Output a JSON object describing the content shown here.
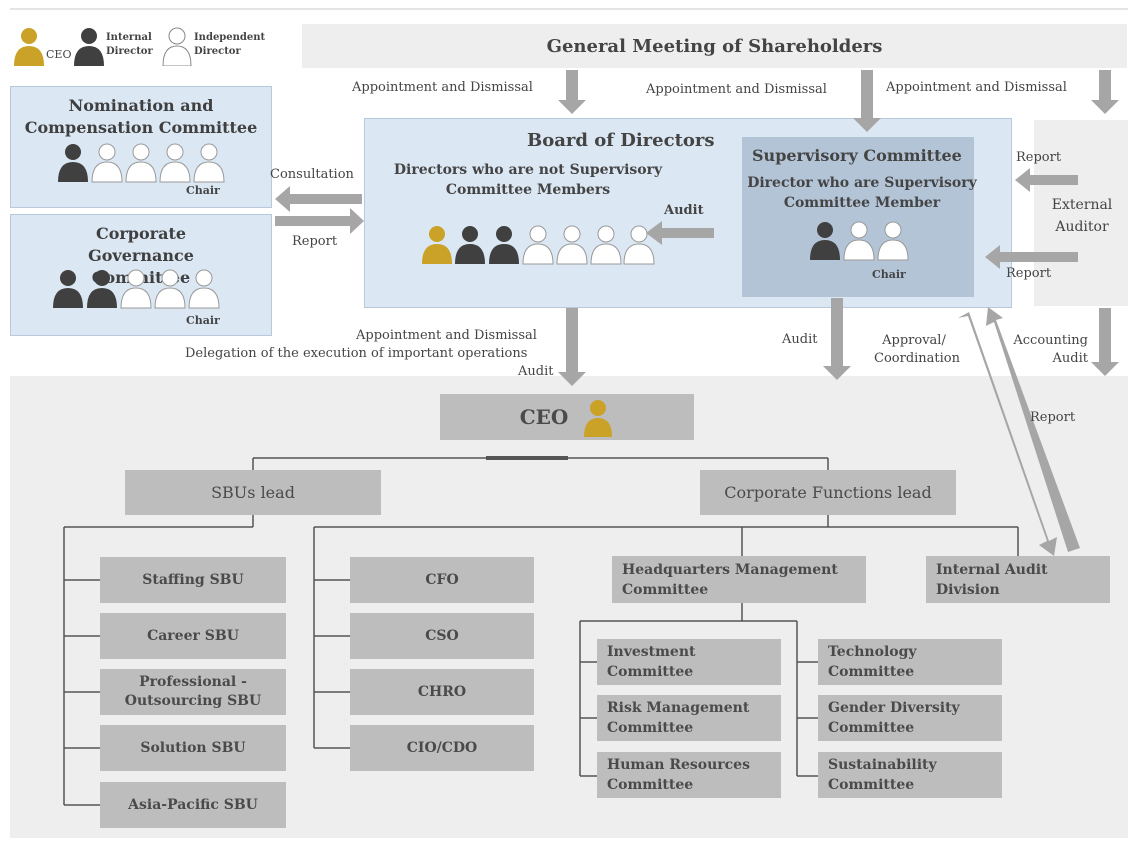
{
  "legend": {
    "ceo": "CEO",
    "internal": "Internal Director",
    "independent": "Independent Director"
  },
  "colors": {
    "ceo": "#c9a227",
    "internal": "#404040",
    "independent": "#ffffff",
    "panel": "#dbe7f3",
    "supervisory": "#b3c4d7",
    "grey_box": "#bdbdbd"
  },
  "top": {
    "general_meeting": "General Meeting of Shareholders"
  },
  "labels": {
    "appointment_dismissal": "Appointment and Dismissal",
    "consultation": "Consultation",
    "report": "Report",
    "audit": "Audit",
    "external_auditor": "External Auditor",
    "approval_coordination": "Approval/ Coordination",
    "accounting_audit": "Accounting Audit",
    "chair": "Chair",
    "delegation_line1": "Appointment and Dismissal",
    "delegation_line2": "Delegation of the execution of important operations",
    "delegation_line3": "Audit"
  },
  "committees": {
    "nomination": "Nomination and Compensation Committee",
    "governance": "Corporate Governance Committee"
  },
  "board": {
    "title": "Board of Directors",
    "non_supervisory": "Directors who are not Supervisory Committee Members",
    "supervisory_title": "Supervisory Committee",
    "supervisory_sub": "Director who are Supervisory Committee Member"
  },
  "org": {
    "ceo": "CEO",
    "sbus_lead": "SBUs lead",
    "corp_functions_lead": "Corporate Functions lead",
    "sbus": [
      "Staffing SBU",
      "Career SBU",
      "Professional -Outsourcing SBU",
      "Solution SBU",
      "Asia-Pacific SBU"
    ],
    "officers": [
      "CFO",
      "CSO",
      "CHRO",
      "CIO/CDO"
    ],
    "hq_committee": "Headquarters Management Committee",
    "internal_audit": "Internal Audit Division",
    "left_committees": [
      "Investment Committee",
      "Risk Management Committee",
      "Human Resources Committee"
    ],
    "right_committees": [
      "Technology Committee",
      "Gender Diversity Committee",
      "Sustainability Committee"
    ]
  }
}
